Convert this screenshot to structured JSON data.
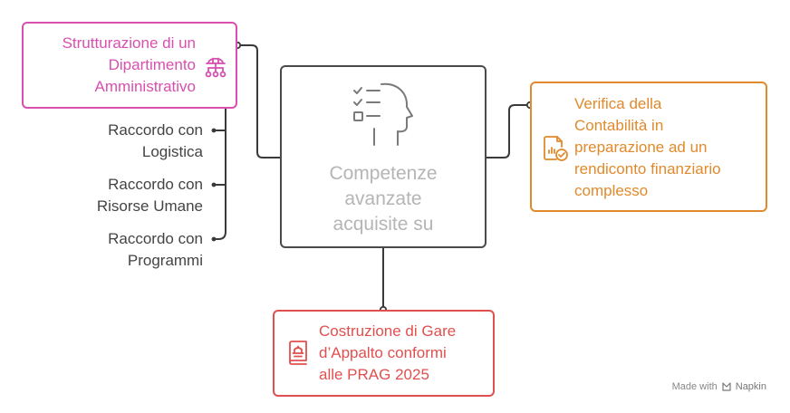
{
  "center": {
    "lines": [
      "Competenze",
      "avanzate",
      "acquisite su"
    ],
    "icon": "checklist-head-icon"
  },
  "departments": {
    "title_lines": [
      "Strutturazione di un",
      "Dipartimento",
      "Amministrativo"
    ],
    "icon": "hierarchy-network-icon",
    "sub_items": [
      {
        "lines": [
          "Raccordo con",
          "Logistica"
        ]
      },
      {
        "lines": [
          "Raccordo con",
          "Risorse Umane"
        ]
      },
      {
        "lines": [
          "Raccordo con",
          "Programmi"
        ]
      }
    ]
  },
  "verifica": {
    "lines": [
      "Verifica della",
      "Contabilità in",
      "preparazione ad un",
      "rendiconto finanziario",
      "complesso"
    ],
    "icon": "report-check-icon"
  },
  "gare": {
    "lines": [
      "Costruzione di Gare",
      "d’Appalto conformi",
      "alle PRAG 2025"
    ],
    "icon": "rulebook-icon"
  },
  "watermark": {
    "prefix": "Made with",
    "brand": "Napkin",
    "icon": "napkin-logo-icon"
  },
  "colors": {
    "center_border": "#4a4a4a",
    "center_text": "#b5b5b5",
    "department": "#d94fb0",
    "verifica": "#e08a2c",
    "gare": "#e0504f",
    "connector": "#3a3a3a",
    "sub_text": "#444444"
  }
}
